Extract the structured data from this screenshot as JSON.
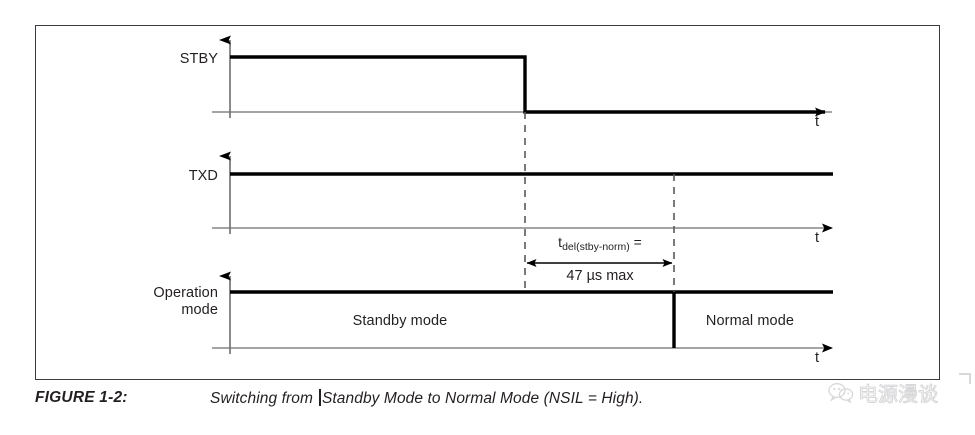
{
  "figure": {
    "caption_tag": "FIGURE 1-2:",
    "caption_text_before_caret": "Switching from ",
    "caption_text_after_caret": "Standby Mode to Normal Mode (NSIL = High)."
  },
  "signals": [
    {
      "name": "STBY",
      "label": "STBY",
      "axis_label": "t",
      "level_start": "high",
      "level_end": "low",
      "transition_at": "t1"
    },
    {
      "name": "TXD",
      "label": "TXD",
      "axis_label": "t",
      "level_start": "high",
      "level_end": "high",
      "transition_at": null
    },
    {
      "name": "Operation mode",
      "label": "Operation\nmode",
      "axis_label": "t",
      "level_start": "high",
      "level_end": "high",
      "transition_at": "t2"
    }
  ],
  "mode_regions": [
    {
      "label": "Standby mode"
    },
    {
      "label": "Normal mode"
    }
  ],
  "timing": {
    "symbol": "t",
    "subscript": "del(stby-norm)",
    "equals": "=",
    "value": "47 µs max"
  },
  "watermark": {
    "text": "电源漫谈",
    "icon": "wechat-icon"
  },
  "colors": {
    "ink": "#231f20",
    "frame": "#3b3b42",
    "axis": "#6d6e71",
    "signal": "#000000",
    "watermark": "#b9b9bd"
  },
  "chart_data": {
    "type": "line",
    "title": "Switching from Standby Mode to Normal Mode (NSIL = High).",
    "xlabel": "t",
    "ylabel": "",
    "grid": false,
    "legend": "none",
    "series": [
      {
        "name": "STBY",
        "x": [
          0,
          0.43,
          0.43,
          1.0
        ],
        "values": [
          1,
          1,
          0,
          0
        ],
        "note": "falls low at t1"
      },
      {
        "name": "TXD",
        "x": [
          0,
          1.0
        ],
        "values": [
          1,
          1
        ],
        "note": "remains high"
      },
      {
        "name": "Operation mode",
        "x": [
          0,
          0.68,
          0.68,
          1.0
        ],
        "values": [
          1,
          1,
          1,
          1
        ],
        "note": "Standby mode until t2, then Normal mode"
      }
    ],
    "annotations": [
      {
        "label": "tdel(stby-norm) = 47 µs max",
        "from": "t1",
        "to": "t2",
        "type": "double-arrow-dimension"
      },
      {
        "label": "Standby mode",
        "span": [
          "0",
          "t2"
        ]
      },
      {
        "label": "Normal mode",
        "span": [
          "t2",
          "end"
        ]
      }
    ],
    "markers": [
      {
        "name": "t1",
        "x": 0.43,
        "style": "dashed-vertical"
      },
      {
        "name": "t2",
        "x": 0.68,
        "style": "dashed-vertical"
      }
    ]
  }
}
